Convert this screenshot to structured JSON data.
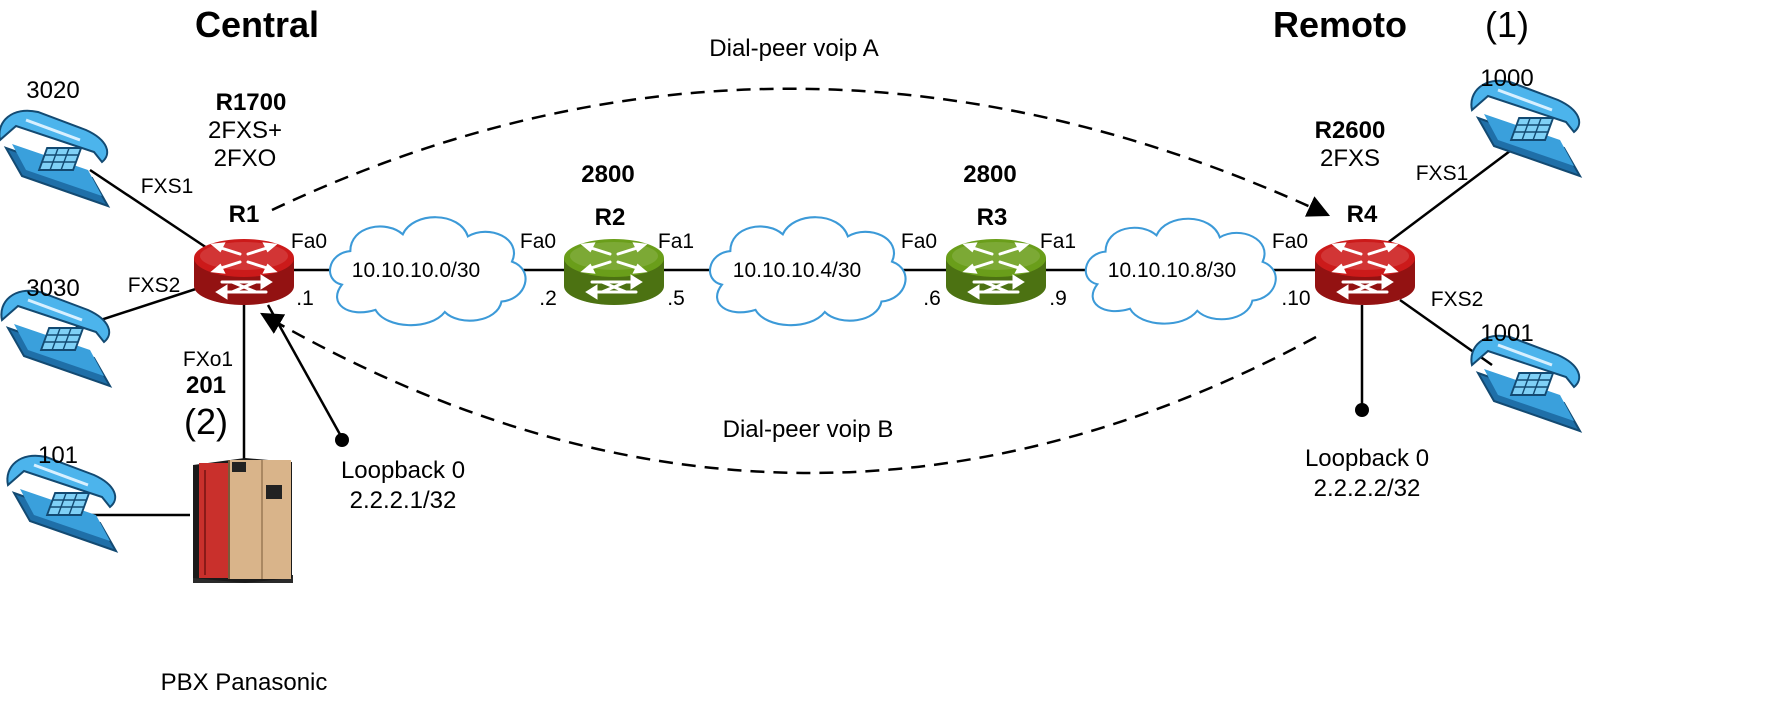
{
  "headers": {
    "central": "Central",
    "remoto": "Remoto",
    "marker1": "(1)",
    "marker2": "(2)"
  },
  "dial_peers": {
    "a": "Dial-peer voip A",
    "b": "Dial-peer voip B"
  },
  "routers": {
    "r1": {
      "name": "R1",
      "model": "R1700",
      "ports_line1": "2FXS+",
      "ports_line2": "2FXO",
      "color": "#cc1a1a"
    },
    "r2": {
      "name": "R2",
      "model": "2800",
      "color": "#6a9e1a"
    },
    "r3": {
      "name": "R3",
      "model": "2800",
      "color": "#6a9e1a"
    },
    "r4": {
      "name": "R4",
      "model": "R2600",
      "ports_line1": "2FXS",
      "color": "#cc1a1a"
    }
  },
  "networks": {
    "n1": "10.10.10.0/30",
    "n2": "10.10.10.4/30",
    "n3": "10.10.10.8/30"
  },
  "interfaces": {
    "r1_fa0": "Fa0",
    "r1_ip": ".1",
    "r2_fa0": "Fa0",
    "r2_fa0_ip": ".2",
    "r2_fa1": "Fa1",
    "r2_fa1_ip": ".5",
    "r3_fa0": "Fa0",
    "r3_fa0_ip": ".6",
    "r3_fa1": "Fa1",
    "r3_fa1_ip": ".9",
    "r4_fa0": "Fa0",
    "r4_ip": ".10"
  },
  "ports": {
    "r1_fxs1": "FXS1",
    "r1_fxs2": "FXS2",
    "r1_fxo1": "FXo1",
    "r4_fxs1": "FXS1",
    "r4_fxs2": "FXS2"
  },
  "phones": {
    "p3020": "3020",
    "p3030": "3030",
    "p101": "101",
    "p1000": "1000",
    "p1001": "1001"
  },
  "pbx": {
    "extension": "201",
    "label": "PBX Panasonic"
  },
  "loopbacks": {
    "r1": {
      "name": "Loopback 0",
      "ip": "2.2.2.1/32"
    },
    "r4": {
      "name": "Loopback 0",
      "ip": "2.2.2.2/32"
    }
  },
  "colors": {
    "cloud_stroke": "#3c9ad8",
    "phone_blue": "#3aa0dc"
  }
}
